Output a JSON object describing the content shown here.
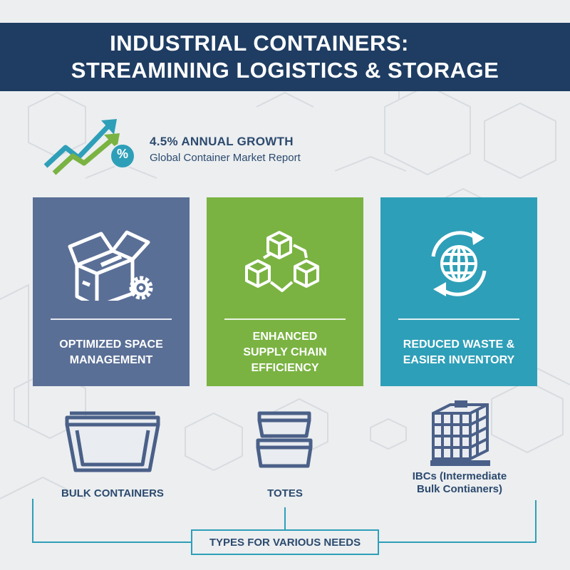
{
  "header": {
    "title_line1": "INDUSTRIAL CONTAINERS:",
    "title_line2": "STREAMINING LOGISTICS & STORAGE"
  },
  "growth": {
    "title": "4.5% ANNUAL GROWTH",
    "subtitle": "Global Container Market Report",
    "badge": "%",
    "icon": "trend-arrows-icon"
  },
  "benefits": [
    {
      "label": "OPTIMIZED SPACE MANAGEMENT",
      "icon": "box-gear-icon",
      "color": "#5a6f96"
    },
    {
      "label": "ENHANCED SUPPLY CHAIN EFFICIENCY",
      "icon": "boxes-network-icon",
      "color": "#7ab342"
    },
    {
      "label": "REDUCED WASTE & EASIER INVENTORY",
      "icon": "globe-recycle-icon",
      "color": "#2e9fb8"
    }
  ],
  "container_types": [
    {
      "label": "BULK CONTAINERS",
      "icon": "bulk-container-icon"
    },
    {
      "label": "TOTES",
      "icon": "stacked-totes-icon"
    },
    {
      "label": "IBCs (Intermediate Bulk Contianers)",
      "icon": "ibc-tank-icon"
    }
  ],
  "types_caption": "TYPES FOR VARIOUS NEEDS",
  "colors": {
    "navy": "#1f3d63",
    "slate": "#5a6f96",
    "green": "#7ab342",
    "teal": "#2e9fb8",
    "text": "#2c4a6e",
    "background": "#eceef0"
  }
}
